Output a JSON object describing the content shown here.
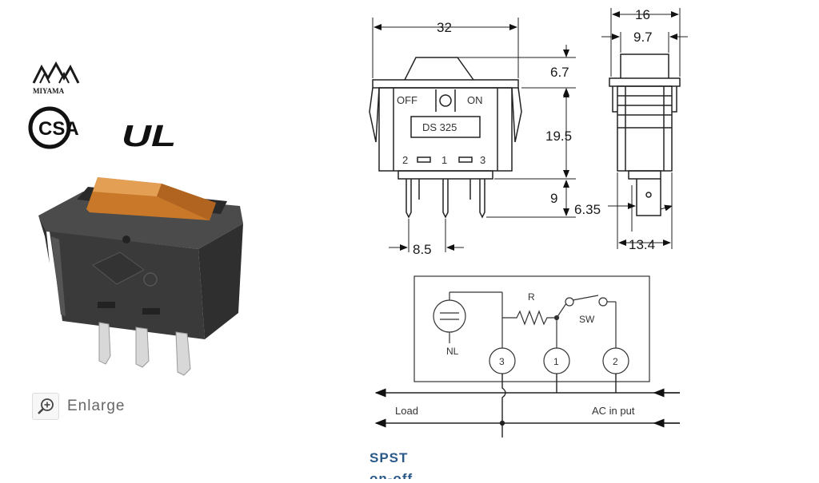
{
  "brand": {
    "logo_text": "MIYAMA"
  },
  "certs": {
    "csa": "CSA",
    "ul": "UL"
  },
  "enlarge": {
    "label": "Enlarge",
    "icon": "zoom-in-icon"
  },
  "switch_marks": {
    "off": "OFF",
    "on": "ON",
    "model": "DS 325",
    "t2": "2",
    "t1": "1",
    "t3": "3"
  },
  "dimensions": {
    "width": "32",
    "actuator": "6.7",
    "body": "19.5",
    "pin": "9",
    "pitch": "8.5",
    "side_width": "16",
    "side_inner": "9.7",
    "tab": "6.35",
    "side_depth": "13.4"
  },
  "schematic": {
    "lamp": "NL",
    "resistor": "R",
    "switch": "SW",
    "n3": "3",
    "n1": "1",
    "n2": "2",
    "load": "Load",
    "ac": "AC in put"
  },
  "product": {
    "type": "SPST",
    "function": "on-off"
  },
  "colors": {
    "rocker": "#c9782a",
    "housing": "#3a3a3a",
    "accent": "#2b5a8a"
  }
}
